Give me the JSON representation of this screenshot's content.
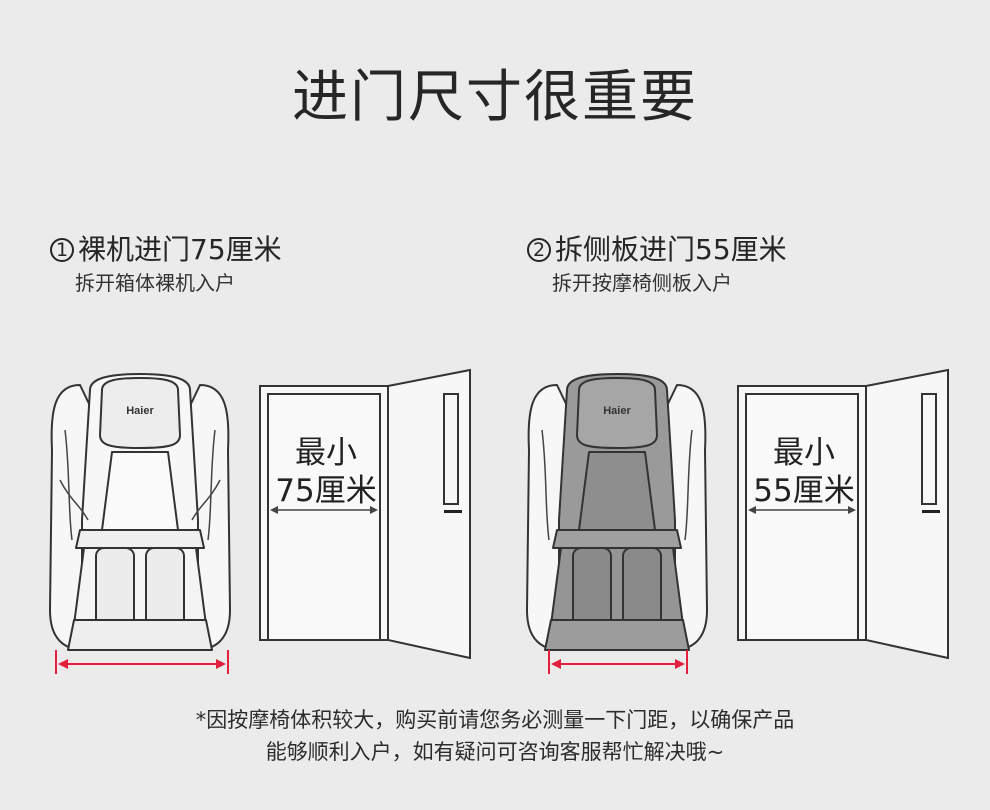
{
  "title": "进门尺寸很重要",
  "options": [
    {
      "number": "1",
      "heading": "裸机进门75厘米",
      "sub": "拆开箱体裸机入户",
      "door_line1": "最小",
      "door_line2": "75厘米",
      "brand": "Haier",
      "shaded": false
    },
    {
      "number": "2",
      "heading": "拆侧板进门55厘米",
      "sub": "拆开按摩椅侧板入户",
      "door_line1": "最小",
      "door_line2": "55厘米",
      "brand": "Haier",
      "shaded": true
    }
  ],
  "note": {
    "line1": "*因按摩椅体积较大，购买前请您务必测量一下门距，以确保产品",
    "line2": "能够顺利入户，如有疑问可咨询客服帮忙解决哦~"
  },
  "colors": {
    "background": "#ebebeb",
    "measure_arrow": "#e0203c",
    "outline": "#333333",
    "shaded_fill": "#9a9a9a"
  }
}
